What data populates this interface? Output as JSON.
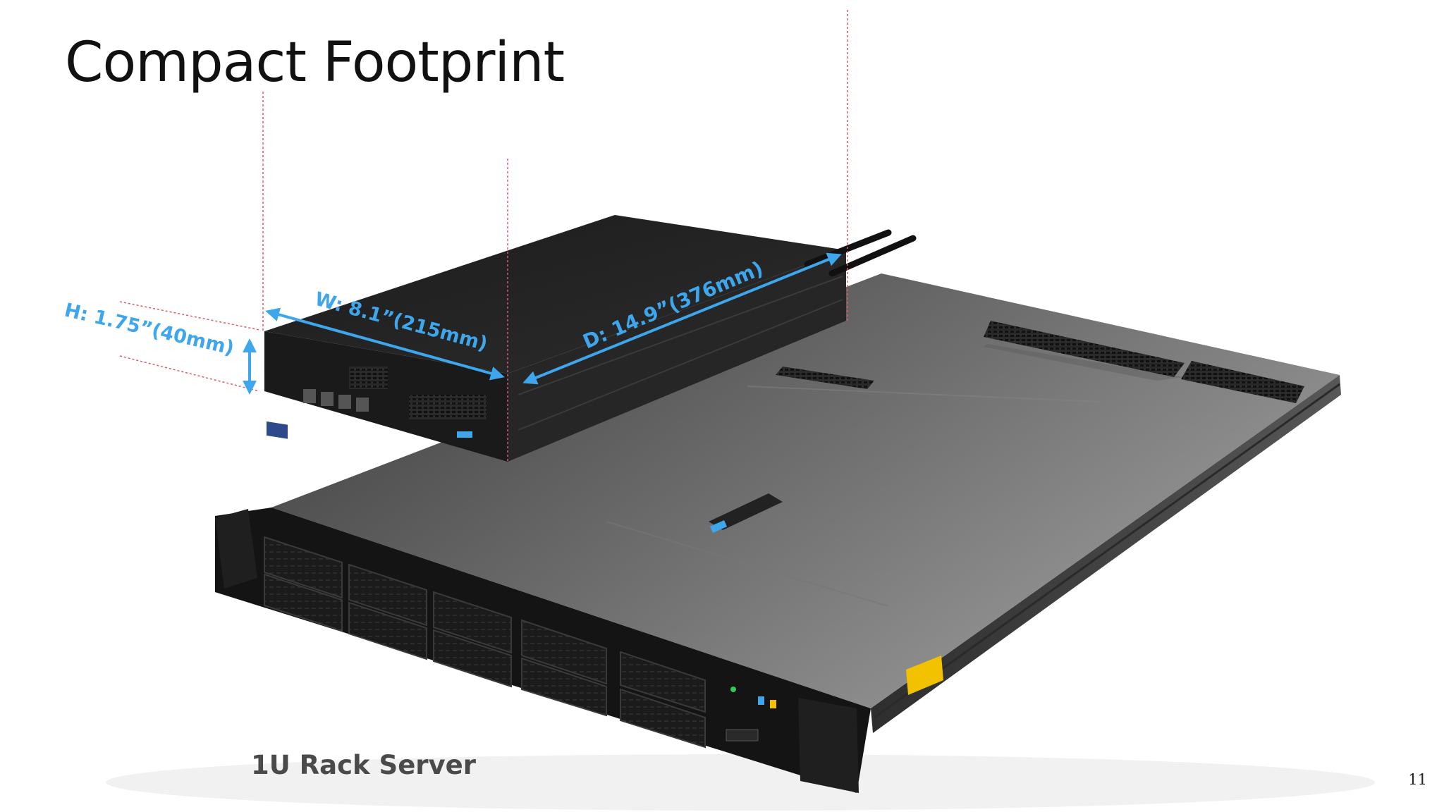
{
  "slide": {
    "title": "Compact Footprint",
    "page_number": "11"
  },
  "image": {
    "caption": "1U Rack Server",
    "dimensions": {
      "height_label": "H: 1.75”(40mm)",
      "width_label": "W: 8.1”(215mm)",
      "depth_label": "D: 14.9”(376mm)"
    },
    "colors": {
      "dimension_accent": "#3ea6ec",
      "guide_line": "#e0596b"
    }
  }
}
